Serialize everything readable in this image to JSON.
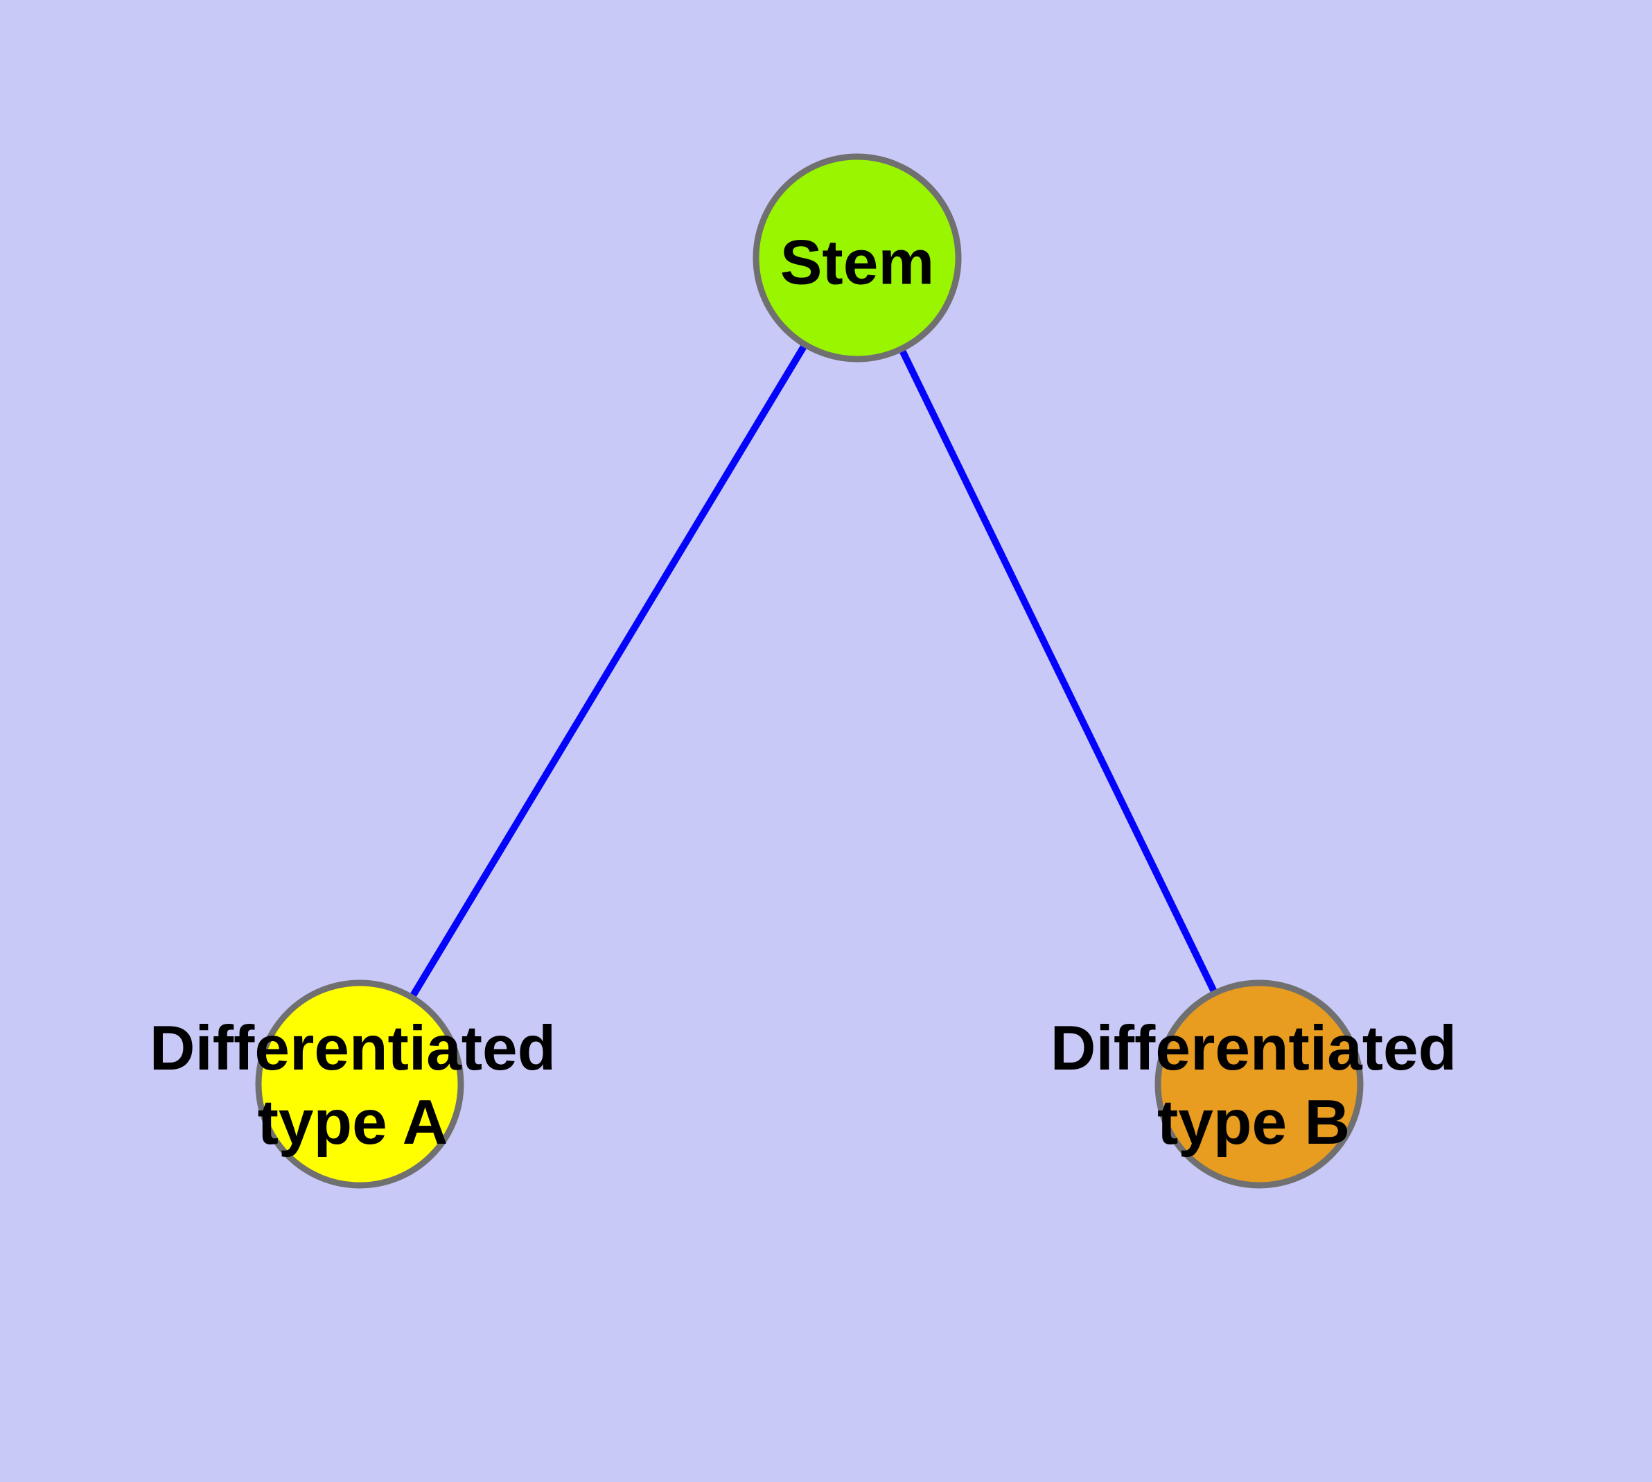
{
  "diagram": {
    "background_color": "#C9C9F8",
    "edge_color": "#0404FA",
    "edge_width": 10,
    "node_border_color": "#707070",
    "node_border_width": 9,
    "label_color": "#000000",
    "nodes": {
      "stem": {
        "label": "Stem",
        "fill": "#9AF500"
      },
      "type_a": {
        "label": "Differentiated\ntype A",
        "fill": "#FFFF00"
      },
      "type_b": {
        "label": "Differentiated\ntype B",
        "fill": "#E89C20"
      }
    },
    "edges": [
      {
        "from": "Stem",
        "to": "Differentiated type A"
      },
      {
        "from": "Stem",
        "to": "Differentiated type B"
      }
    ]
  }
}
